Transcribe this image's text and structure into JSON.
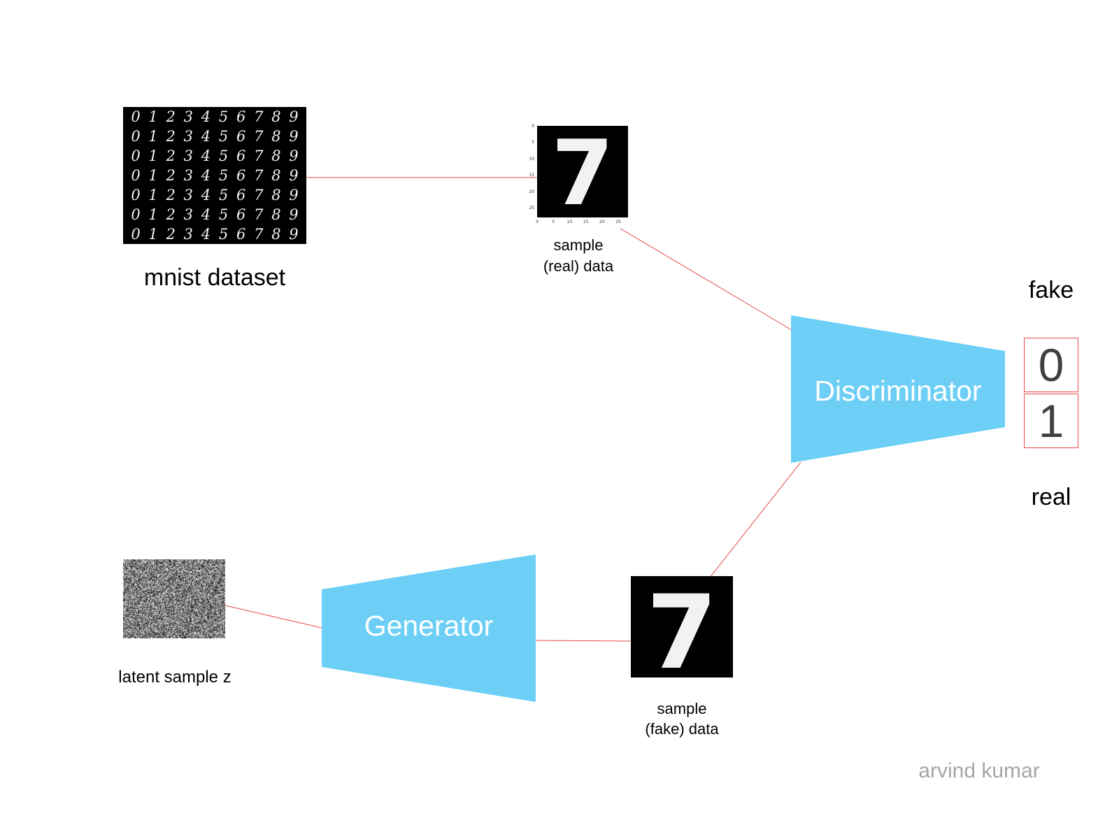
{
  "diagram": {
    "mnist_label": "mnist dataset",
    "mnist_rows": [
      [
        "0",
        "1",
        "2",
        "3",
        "4",
        "5",
        "6",
        "7",
        "8",
        "9"
      ],
      [
        "0",
        "1",
        "2",
        "3",
        "4",
        "5",
        "6",
        "7",
        "8",
        "9"
      ],
      [
        "0",
        "1",
        "2",
        "3",
        "4",
        "5",
        "6",
        "7",
        "8",
        "9"
      ],
      [
        "0",
        "1",
        "2",
        "3",
        "4",
        "5",
        "6",
        "7",
        "8",
        "9"
      ],
      [
        "0",
        "1",
        "2",
        "3",
        "4",
        "5",
        "6",
        "7",
        "8",
        "9"
      ],
      [
        "0",
        "1",
        "2",
        "3",
        "4",
        "5",
        "6",
        "7",
        "8",
        "9"
      ],
      [
        "0",
        "1",
        "2",
        "3",
        "4",
        "5",
        "6",
        "7",
        "8",
        "9"
      ]
    ],
    "real_sample": {
      "digit": "7",
      "label_line1": "sample",
      "label_line2": "(real) data",
      "y_ticks": [
        "0",
        "5",
        "10",
        "15",
        "20",
        "25"
      ],
      "x_ticks": [
        "0",
        "5",
        "10",
        "15",
        "20",
        "25"
      ]
    },
    "fake_sample": {
      "digit": "7",
      "label_line1": "sample",
      "label_line2": "(fake) data"
    },
    "latent_label": "latent sample z",
    "generator_label": "Generator",
    "discriminator_label": "Discriminator",
    "output": {
      "fake_label": "fake",
      "zero": "0",
      "one": "1",
      "real_label": "real"
    },
    "watermark": "arvind kumar",
    "colors": {
      "network_fill": "#6dcff6",
      "edge": "#e34848",
      "watermark": "#a6a6a6"
    }
  }
}
